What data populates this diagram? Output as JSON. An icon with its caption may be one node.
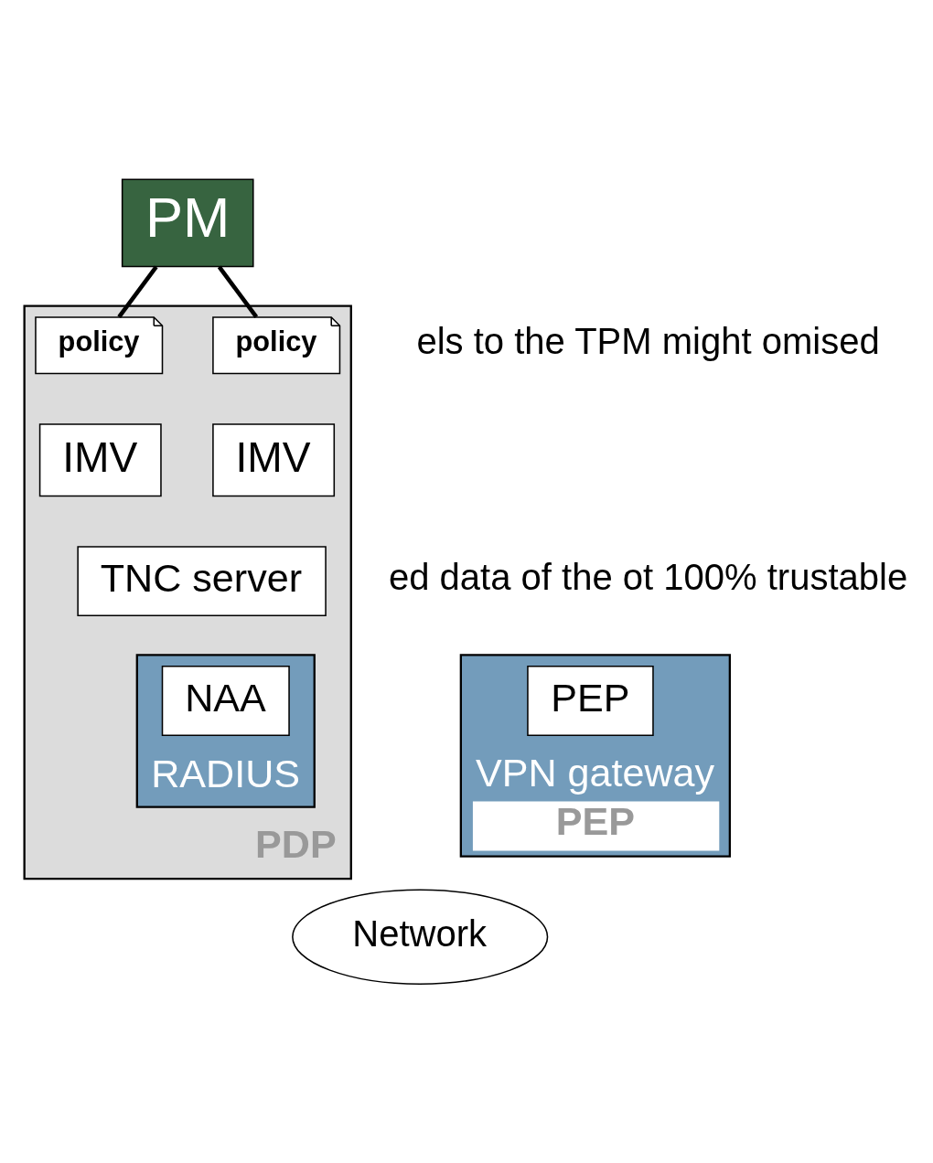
{
  "diagram": {
    "nodes": [
      {
        "text": [
          "PM"
        ]
      },
      {
        "text": [
          "PDP"
        ]
      },
      {
        "text": [
          "policy"
        ],
        "in": 1
      },
      {
        "text": [
          "policy"
        ],
        "in": 1
      },
      {
        "text": [
          "IMV"
        ],
        "in": 1
      },
      {
        "text": [
          "IMV"
        ],
        "in": 1
      },
      {
        "text": [
          "TNC server"
        ],
        "in": 1
      },
      {
        "text": [
          "RADIUS"
        ],
        "in": 1
      },
      {
        "text": [
          "NAA"
        ],
        "in": 7
      },
      {
        "text": [
          "VPN gateway",
          "PEP"
        ]
      },
      {
        "text": [
          "PEP"
        ],
        "in": 9
      },
      {
        "text": [
          "Network"
        ]
      }
    ],
    "edges": [
      {
        "from": 0,
        "to": 2,
        "arrow": "none"
      },
      {
        "from": 0,
        "to": 3,
        "arrow": "none"
      }
    ],
    "labels": [
      "els to the TPM might omised",
      "ed data of the ot 100% trustable"
    ]
  }
}
